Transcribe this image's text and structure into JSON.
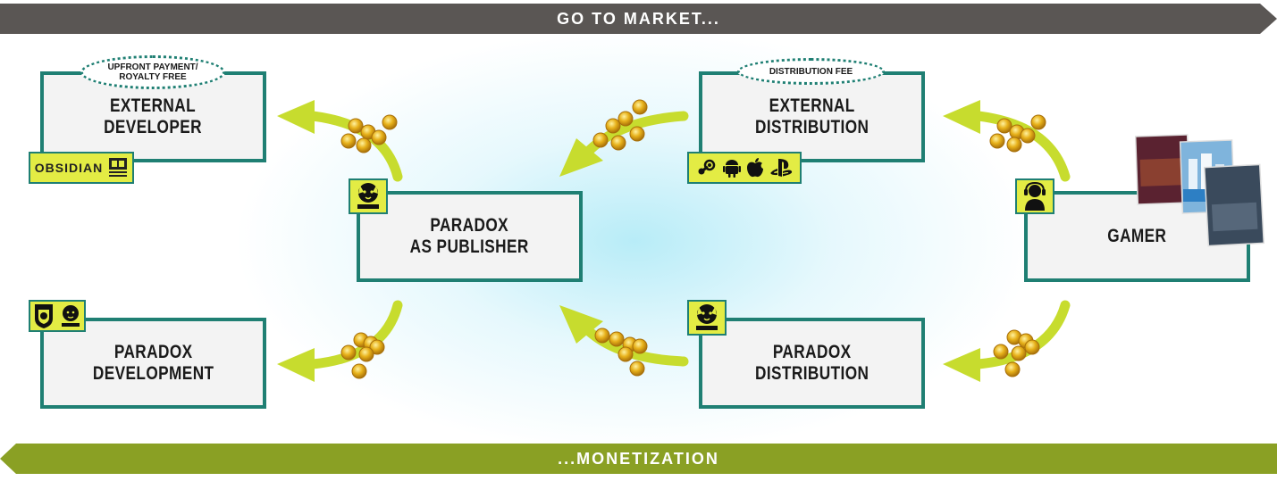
{
  "banners": {
    "top": "GO TO MARKET...",
    "bottom": "...MONETIZATION"
  },
  "nodes": {
    "external_developer": "EXTERNAL\nDEVELOPER",
    "external_distribution": "EXTERNAL\nDISTRIBUTION",
    "paradox_publisher": "PARADOX\nAS PUBLISHER",
    "gamer": "GAMER",
    "paradox_development": "PARADOX\nDEVELOPMENT",
    "paradox_distribution": "PARADOX\nDISTRIBUTION"
  },
  "ovals": {
    "upfront": "UPFRONT PAYMENT/\nROYALTY FREE",
    "distribution_fee": "DISTRIBUTION FEE"
  },
  "logos": {
    "obsidian": "OBSIDIAN"
  },
  "colors": {
    "box_border": "#1f7f73",
    "box_fill": "#f3f3f3",
    "arrow": "#c7dc2e",
    "badge": "#e3ec44",
    "coin": "#e7b11a",
    "banner_top": "#5a5654",
    "banner_bottom": "#8aa024"
  },
  "icons": [
    "steam-icon",
    "android-icon",
    "apple-icon",
    "playstation-icon",
    "headset-gamer-icon",
    "paradox-lion-icon",
    "coin-icon"
  ]
}
